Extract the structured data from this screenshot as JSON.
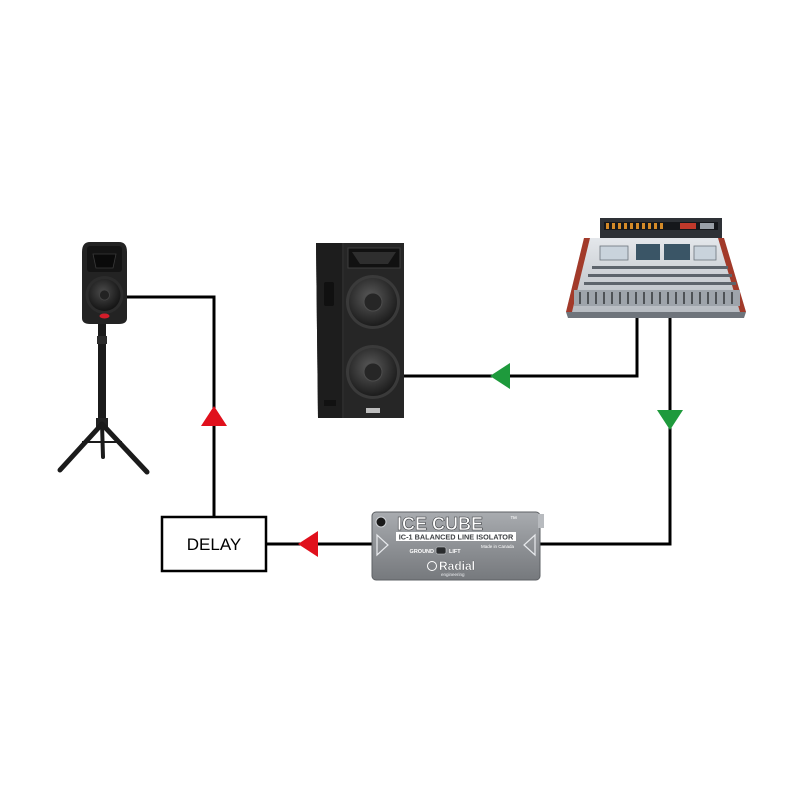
{
  "delay_box": {
    "label": "DELAY"
  },
  "ice_cube": {
    "title": "ICE CUBE",
    "trademark": "™",
    "subtitle": "IC-1 BALANCED LINE ISOLATOR",
    "origin": "Made in Canada",
    "switch_left": "GROUND",
    "switch_right": "LIFT",
    "brand": "Radial",
    "brand_sub": "engineering"
  },
  "colors": {
    "wire": "#000000",
    "arrow_red": "#e0101c",
    "arrow_green": "#1e9a3c",
    "ice_cube_body": "#8f9296",
    "console_trim": "#a23a2a"
  },
  "icons": {
    "main_speaker": "floor-speaker-icon",
    "stand_speaker": "speaker-on-stand-icon",
    "console": "mixing-console-icon",
    "isolator": "line-isolator-icon"
  }
}
